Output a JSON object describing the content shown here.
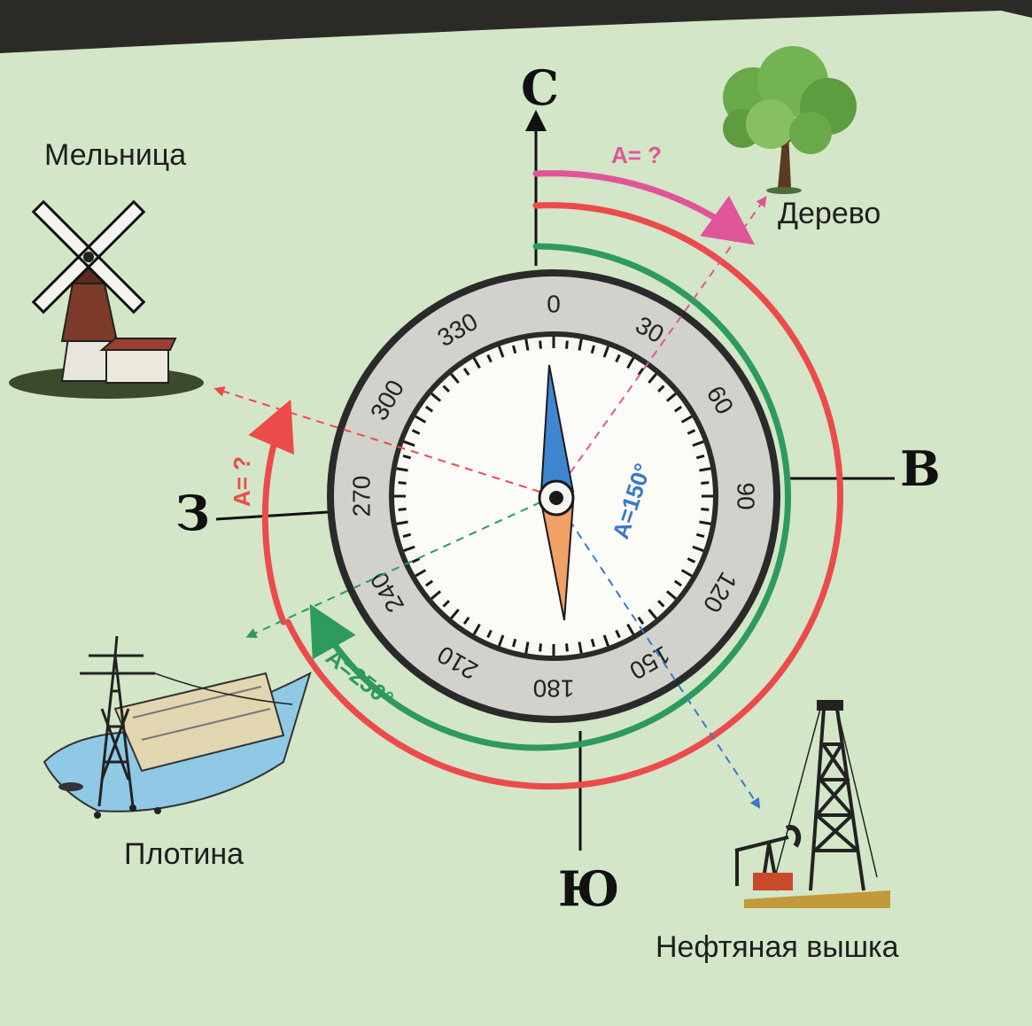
{
  "labels": {
    "mill": "Мельница",
    "tree": "Дерево",
    "dam": "Плотина",
    "oil": "Нефтяная  вышка"
  },
  "directions": {
    "north": "С",
    "east": "В",
    "south": "Ю",
    "west": "З"
  },
  "degree_labels": [
    "0",
    "30",
    "60",
    "90",
    "120",
    "150",
    "180",
    "210",
    "240",
    "270",
    "300",
    "330"
  ],
  "azimuth_labels": {
    "tree": "A= ?",
    "oil": "A=150°",
    "dam": "A=250°",
    "mill": "A= ?"
  },
  "colors": {
    "paper": "#d3e6c7",
    "tree_arc": "#e0559a",
    "outer_red": "#ec4b4b",
    "green": "#2e9a5e",
    "blue": "#3b78c8",
    "needle_north": "#3f86d0",
    "needle_south": "#f1a066"
  },
  "icons": [
    "windmill-icon",
    "tree-icon",
    "dam-icon",
    "oil-derrick-icon"
  ]
}
